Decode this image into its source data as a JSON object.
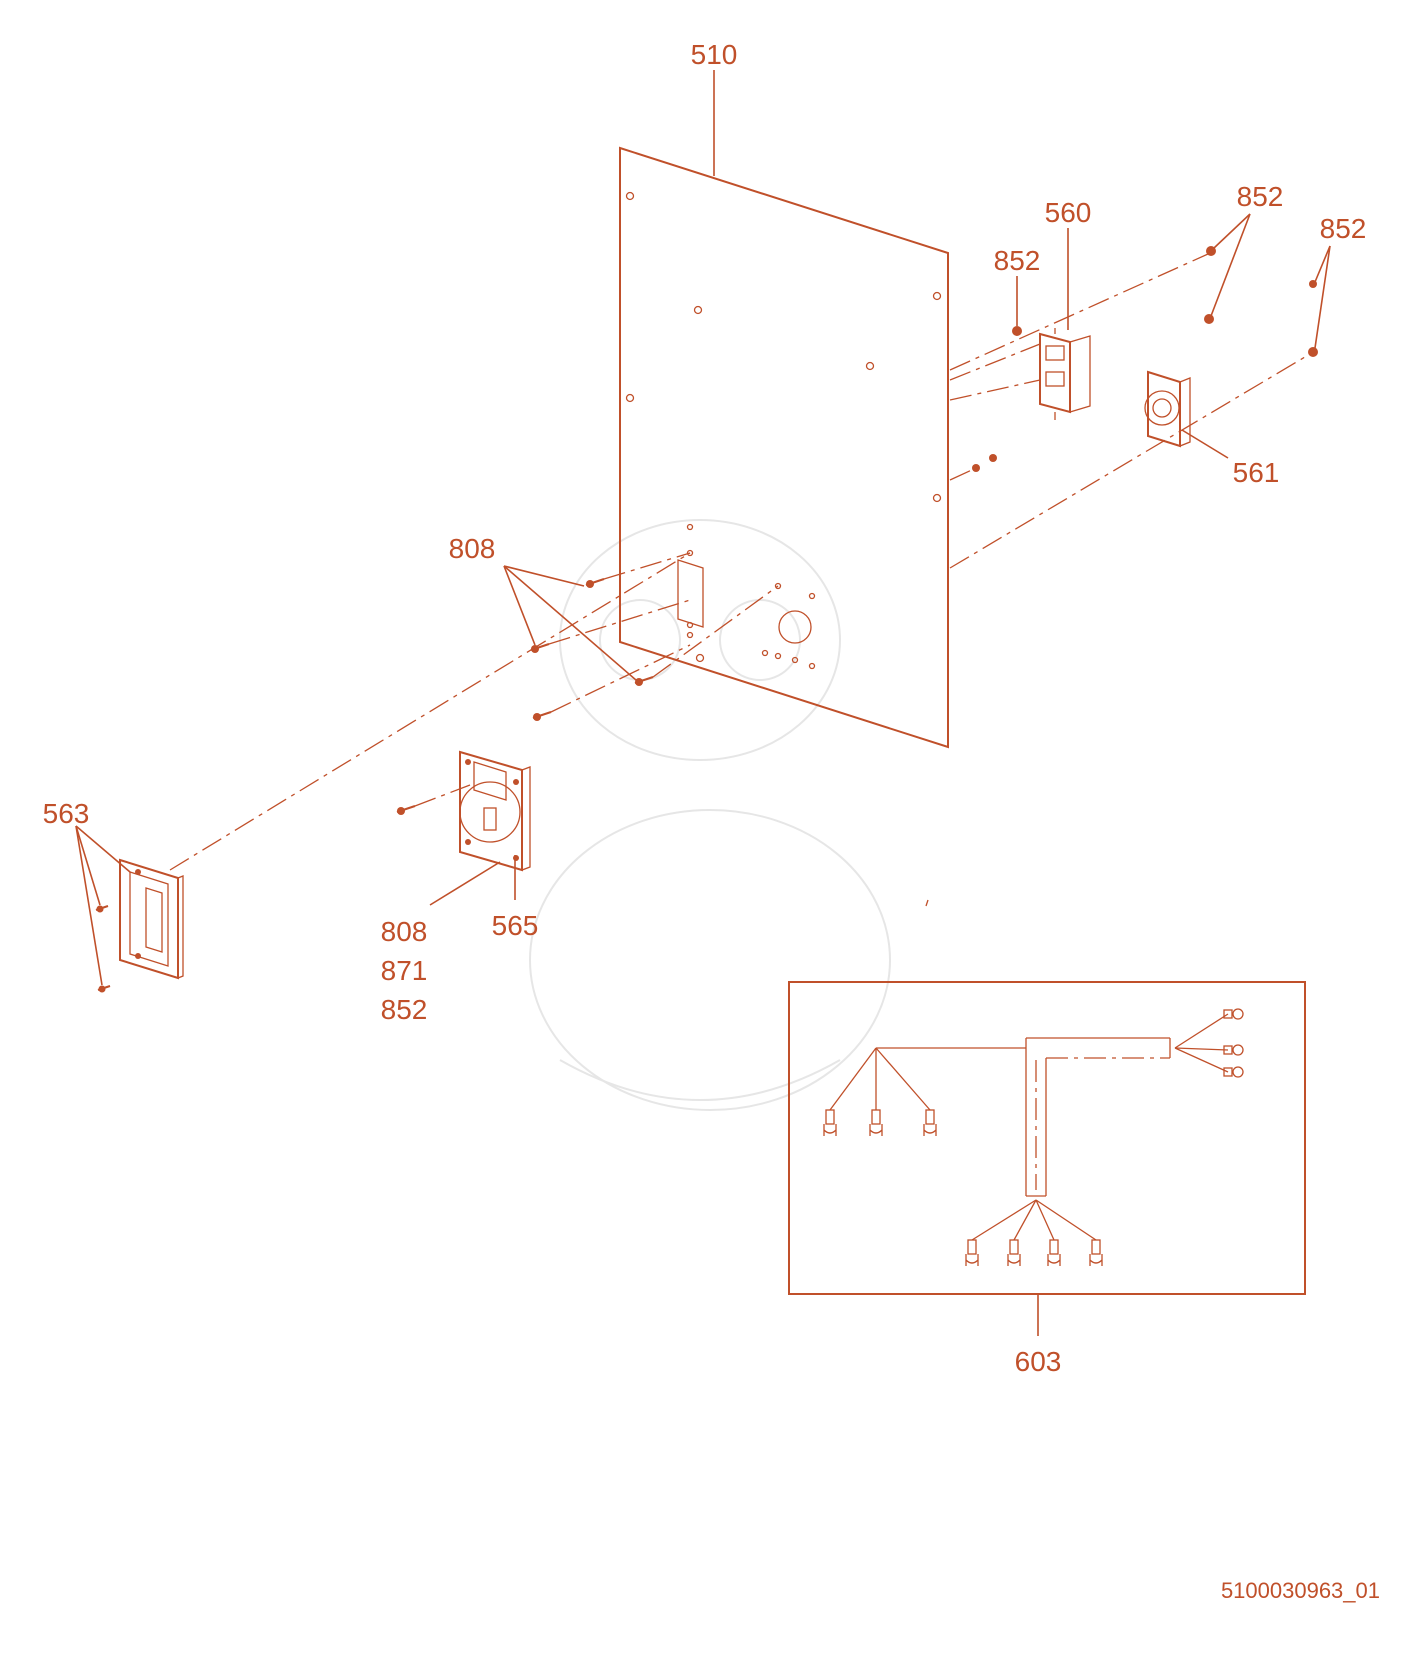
{
  "callouts": {
    "panel": "510",
    "gfci_receptacle": "560",
    "twistlock_receptacle": "561",
    "nut_top_center": "852",
    "nut_top_right_a": "852",
    "nut_top_right_b": "852",
    "screws_808": "808",
    "cover_plate": "563",
    "outlet_cover": "565",
    "stack_808": "808",
    "stack_871": "871",
    "stack_852": "852",
    "wiring_harness": "603"
  },
  "document_id": "5100030963_01",
  "colors": {
    "line": "#c0502a",
    "background": "#ffffff",
    "watermark": "#e6e6e6"
  }
}
